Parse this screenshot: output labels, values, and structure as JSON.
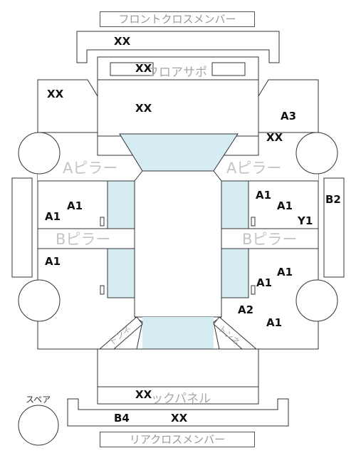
{
  "diagram": {
    "front_cross_member": "フロントクロスメンバー",
    "rear_cross_member": "リアクロスメンバー",
    "floor_support": "フロアサポ",
    "back_panel": "ックパネル",
    "a_pillar_left": "Aピラー",
    "a_pillar_right": "Aピラー",
    "b_pillar_left": "Bピラー",
    "b_pillar_right": "Bピラー",
    "tunnel_left": "トンネ",
    "tunnel_right": "トンネ",
    "spare_label": "スペア",
    "colors": {
      "line": "#333333",
      "glass": "#d6ecf3",
      "pillar_text": "#c4c4c4"
    },
    "codes": {
      "front_member": "XX",
      "floor_support": "XX",
      "front_left": "XX",
      "center_front": "XX",
      "front_right_a3": "A3",
      "front_right_xx": "XX",
      "left_upper_a1_top": "A1",
      "left_upper_a1_bottom": "A1",
      "left_lower_a1": "A1",
      "right_upper_a1_top": "A1",
      "right_upper_a1_bottom": "A1",
      "right_upper_y1": "Y1",
      "right_rocker_b2": "B2",
      "right_lower_a1_top": "A1",
      "right_lower_a1_mid": "A1",
      "right_lower_a2": "A2",
      "right_lower_a1_bottom": "A1",
      "back_panel": "XX",
      "rear_member_b4": "B4",
      "rear_member_xx": "XX"
    }
  }
}
